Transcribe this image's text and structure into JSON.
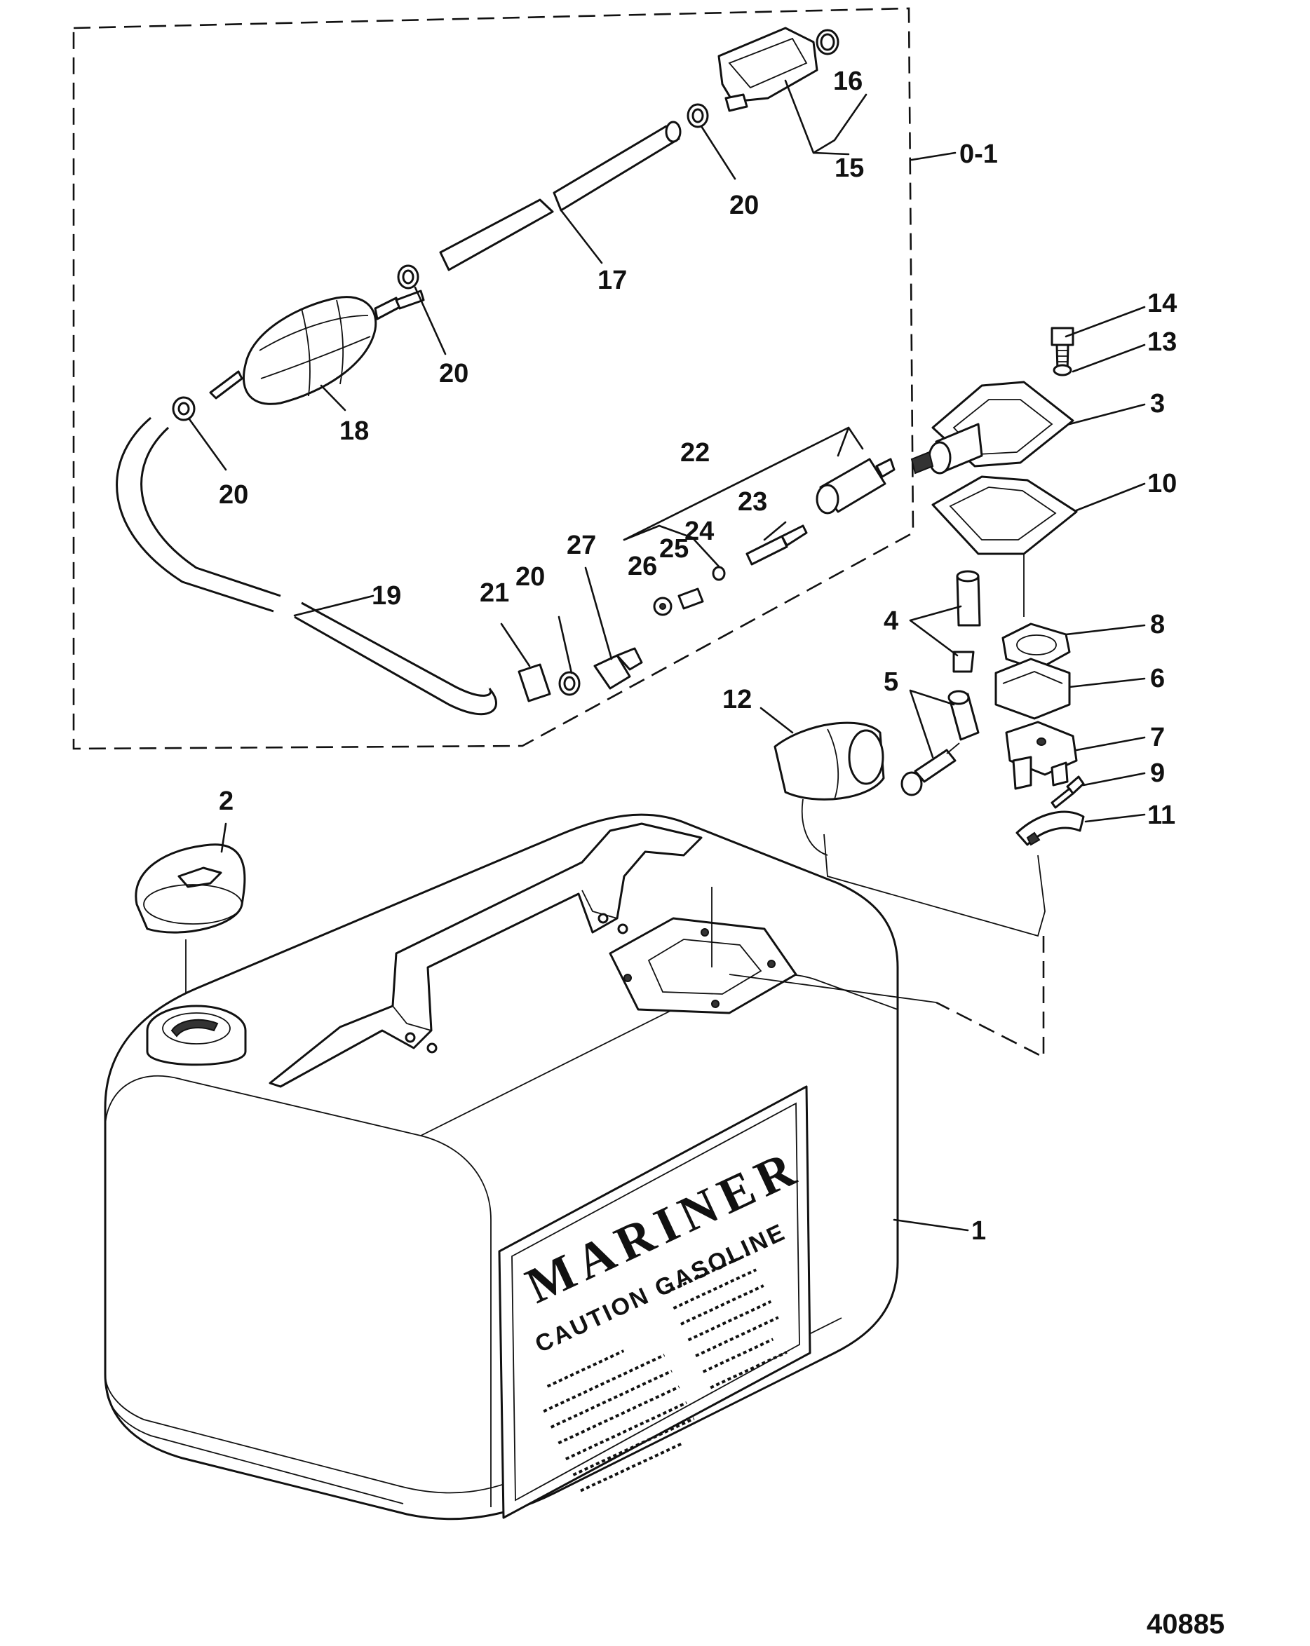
{
  "figure_number": "40885",
  "decal": {
    "brand": "MARINER",
    "warning": "CAUTION GASOLINE"
  },
  "callouts": {
    "c01": "0-1",
    "c1": "1",
    "c2": "2",
    "c3": "3",
    "c4": "4",
    "c5": "5",
    "c6": "6",
    "c7": "7",
    "c8": "8",
    "c9": "9",
    "c10": "10",
    "c11": "11",
    "c12": "12",
    "c13": "13",
    "c14": "14",
    "c15": "15",
    "c16": "16",
    "c17": "17",
    "c18": "18",
    "c19": "19",
    "c20": "20",
    "c21": "21",
    "c22": "22",
    "c23": "23",
    "c24": "24",
    "c25": "25",
    "c26": "26",
    "c27": "27"
  }
}
